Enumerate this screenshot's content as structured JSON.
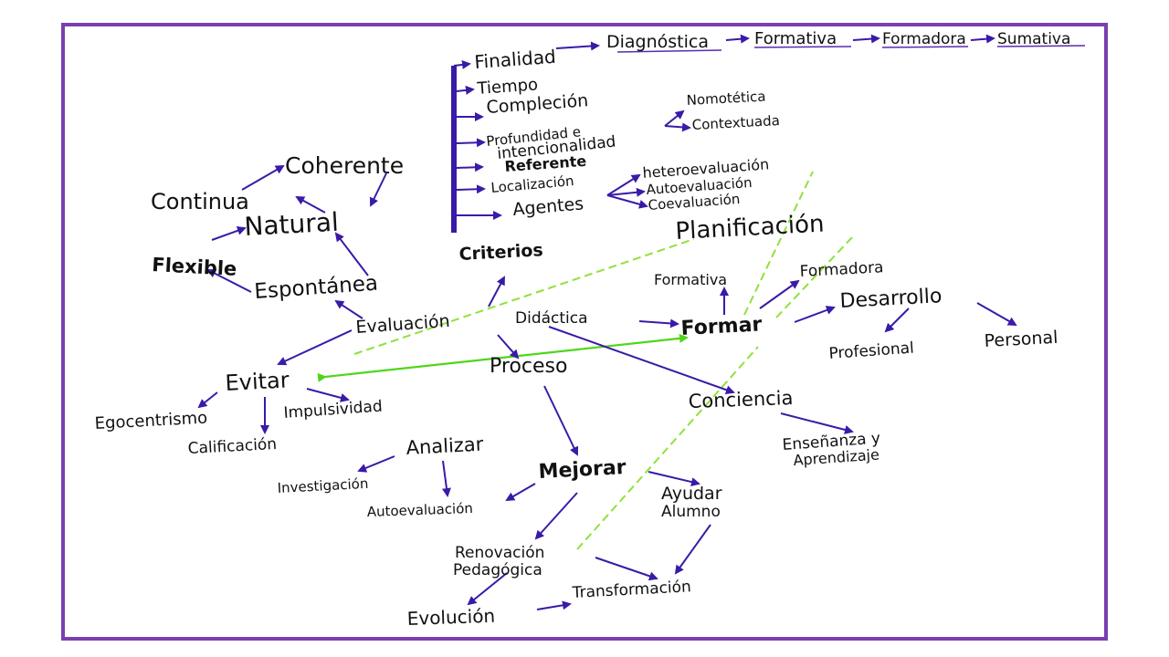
{
  "colors": {
    "frame": "#7a3fb0",
    "arrow_blue": "#3a1aa8",
    "arrow_green": "#4fd61a",
    "dashed_green": "#8ee23a",
    "ink": "#111111"
  },
  "nodes": {
    "finalidad": "Finalidad",
    "diagnostica": "Diagnóstica",
    "formativa_top": "Formativa",
    "formadora_top": "Formadora",
    "sumativa": "Sumativa",
    "tiempo": "Tiempo",
    "complecion": "Compleción",
    "profundidad_1": "Profundidad e",
    "profundidad_2": "intencionalidad",
    "nomotetica": "Nomotética",
    "contextuada": "Contextuada",
    "referente": "Referente",
    "localizacion": "Localización",
    "agentes": "Agentes",
    "heteroevaluacion": "heteroevaluación",
    "autoevaluacion_top": "Autoevaluación",
    "coevaluacion": "Coevaluación",
    "criterios": "Criterios",
    "coherente": "Coherente",
    "continua": "Continua",
    "natural": "Natural",
    "flexible": "Flexible",
    "espontanea": "Espontánea",
    "planificacion": "Planificación",
    "formativa": "Formativa",
    "formadora": "Formadora",
    "desarrollo": "Desarrollo",
    "evaluacion": "Evaluación",
    "didactica": "Didáctica",
    "formar": "Formar",
    "profesional": "Profesional",
    "personal": "Personal",
    "evitar": "Evitar",
    "proceso": "Proceso",
    "egocentrismo": "Egocentrismo",
    "impulsividad": "Impulsividad",
    "calificacion": "Calificación",
    "conciencia": "Conciencia",
    "ensenanza_1": "Enseñanza y",
    "ensenanza_2": "Aprendizaje",
    "analizar": "Analizar",
    "investigacion": "Investigación",
    "autoevaluacion": "Autoevaluación",
    "mejorar": "Mejorar",
    "ayudar_1": "Ayudar",
    "ayudar_2": "Alumno",
    "renovacion_1": "Renovación",
    "renovacion_2": "Pedagógica",
    "evolucion": "Evolución",
    "transformacion": "Transformación"
  }
}
